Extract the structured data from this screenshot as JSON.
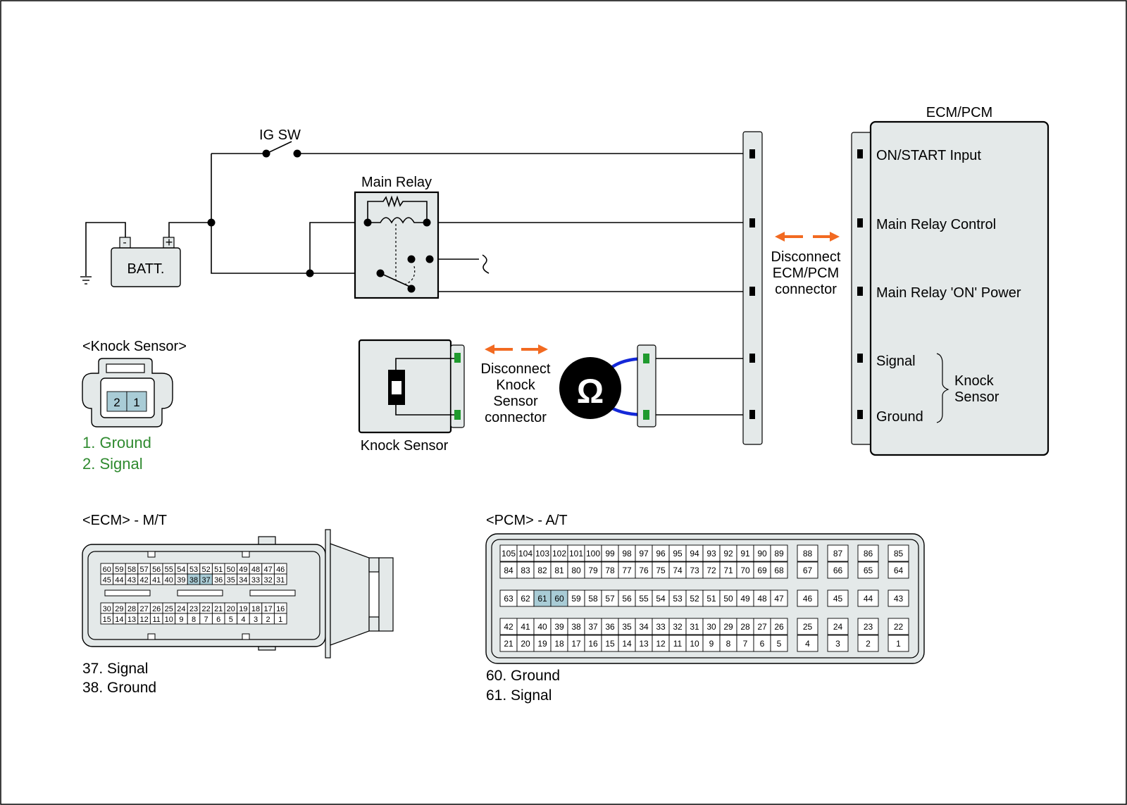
{
  "labels": {
    "ecm_pcm_title": "ECM/PCM",
    "ig_sw": "IG SW",
    "main_relay": "Main Relay",
    "batt": "BATT.",
    "batt_minus": "-",
    "batt_plus": "+",
    "knock_sensor_header": "<Knock Sensor>",
    "knock_sensor_caption": "Knock Sensor",
    "disconnect_ecm": [
      "Disconnect",
      "ECM/PCM",
      "connector"
    ],
    "disconnect_knock": [
      "Disconnect",
      "Knock",
      "Sensor",
      "connector"
    ],
    "ohm_symbol": "Ω",
    "knock_group": [
      "Knock",
      "Sensor"
    ],
    "ecm_header": "<ECM> - M/T",
    "pcm_header": "<PCM> - A/T"
  },
  "ecm_pcm_terminals": [
    "ON/START Input",
    "Main Relay Control",
    "Main Relay 'ON' Power",
    "Signal",
    "Ground"
  ],
  "knock_connector": {
    "pins": [
      "2",
      "1"
    ],
    "legend": [
      "1. Ground",
      "2. Signal"
    ]
  },
  "ecm_connector": {
    "rows": [
      [
        "60",
        "59",
        "58",
        "57",
        "56",
        "55",
        "54",
        "53",
        "52",
        "51",
        "50",
        "49",
        "48",
        "47",
        "46"
      ],
      [
        "45",
        "44",
        "43",
        "42",
        "41",
        "40",
        "39",
        "38",
        "37",
        "36",
        "35",
        "34",
        "33",
        "32",
        "31"
      ],
      [
        "30",
        "29",
        "28",
        "27",
        "26",
        "25",
        "24",
        "23",
        "22",
        "21",
        "20",
        "19",
        "18",
        "17",
        "16"
      ],
      [
        "15",
        "14",
        "13",
        "12",
        "11",
        "10",
        "9",
        "8",
        "7",
        "6",
        "5",
        "4",
        "3",
        "2",
        "1"
      ]
    ],
    "highlighted": [
      "38",
      "37"
    ],
    "legend": [
      "37. Signal",
      "38. Ground"
    ]
  },
  "pcm_connector": {
    "main_rows": [
      [
        "105",
        "104",
        "103",
        "102",
        "101",
        "100",
        "99",
        "98",
        "97",
        "96",
        "95",
        "94",
        "93",
        "92",
        "91",
        "90",
        "89"
      ],
      [
        "84",
        "83",
        "82",
        "81",
        "80",
        "79",
        "78",
        "77",
        "76",
        "75",
        "74",
        "73",
        "72",
        "71",
        "70",
        "69",
        "68"
      ],
      [
        "63",
        "62",
        "61",
        "60",
        "59",
        "58",
        "57",
        "56",
        "55",
        "54",
        "53",
        "52",
        "51",
        "50",
        "49",
        "48",
        "47"
      ],
      [
        "42",
        "41",
        "40",
        "39",
        "38",
        "37",
        "36",
        "35",
        "34",
        "33",
        "32",
        "31",
        "30",
        "29",
        "28",
        "27",
        "26"
      ],
      [
        "21",
        "20",
        "19",
        "18",
        "17",
        "16",
        "15",
        "14",
        "13",
        "12",
        "11",
        "10",
        "9",
        "8",
        "7",
        "6",
        "5"
      ]
    ],
    "side_rows": [
      [
        "88",
        "87",
        "86",
        "85"
      ],
      [
        "67",
        "66",
        "65",
        "64"
      ],
      [
        "46",
        "45",
        "44",
        "43"
      ],
      [
        "25",
        "24",
        "23",
        "22"
      ],
      [
        "4",
        "3",
        "2",
        "1"
      ]
    ],
    "highlighted": [
      "61",
      "60"
    ],
    "legend": [
      "60. Ground",
      "61. Signal"
    ]
  },
  "colors": {
    "component_fill": "#e4e9e9",
    "highlight_pin": "#a9ccd6",
    "legend_green": "#2f8a2f",
    "disconnect_arrow": "#f26a21",
    "meter_lead": "#1428d8",
    "terminal_green": "#1f9a2e"
  }
}
